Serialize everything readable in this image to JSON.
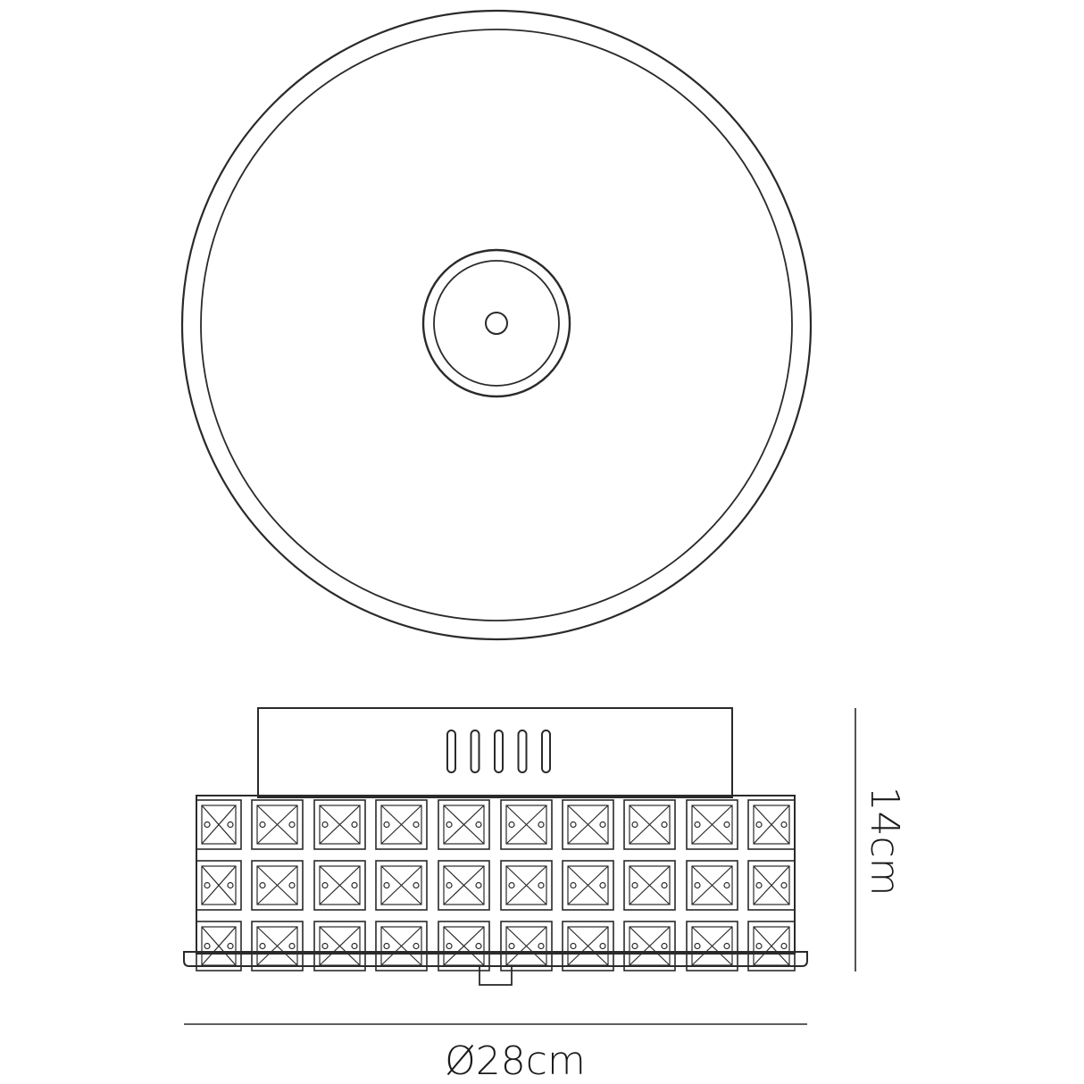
{
  "dimensions": {
    "diameter_label": "Ø28cm",
    "height_label": "14cm"
  },
  "style": {
    "stroke_color": "#2a2a2a",
    "background": "#ffffff"
  },
  "side_view": {
    "crystal_columns": 10,
    "crystal_rows": 3,
    "vent_slots": 5
  }
}
